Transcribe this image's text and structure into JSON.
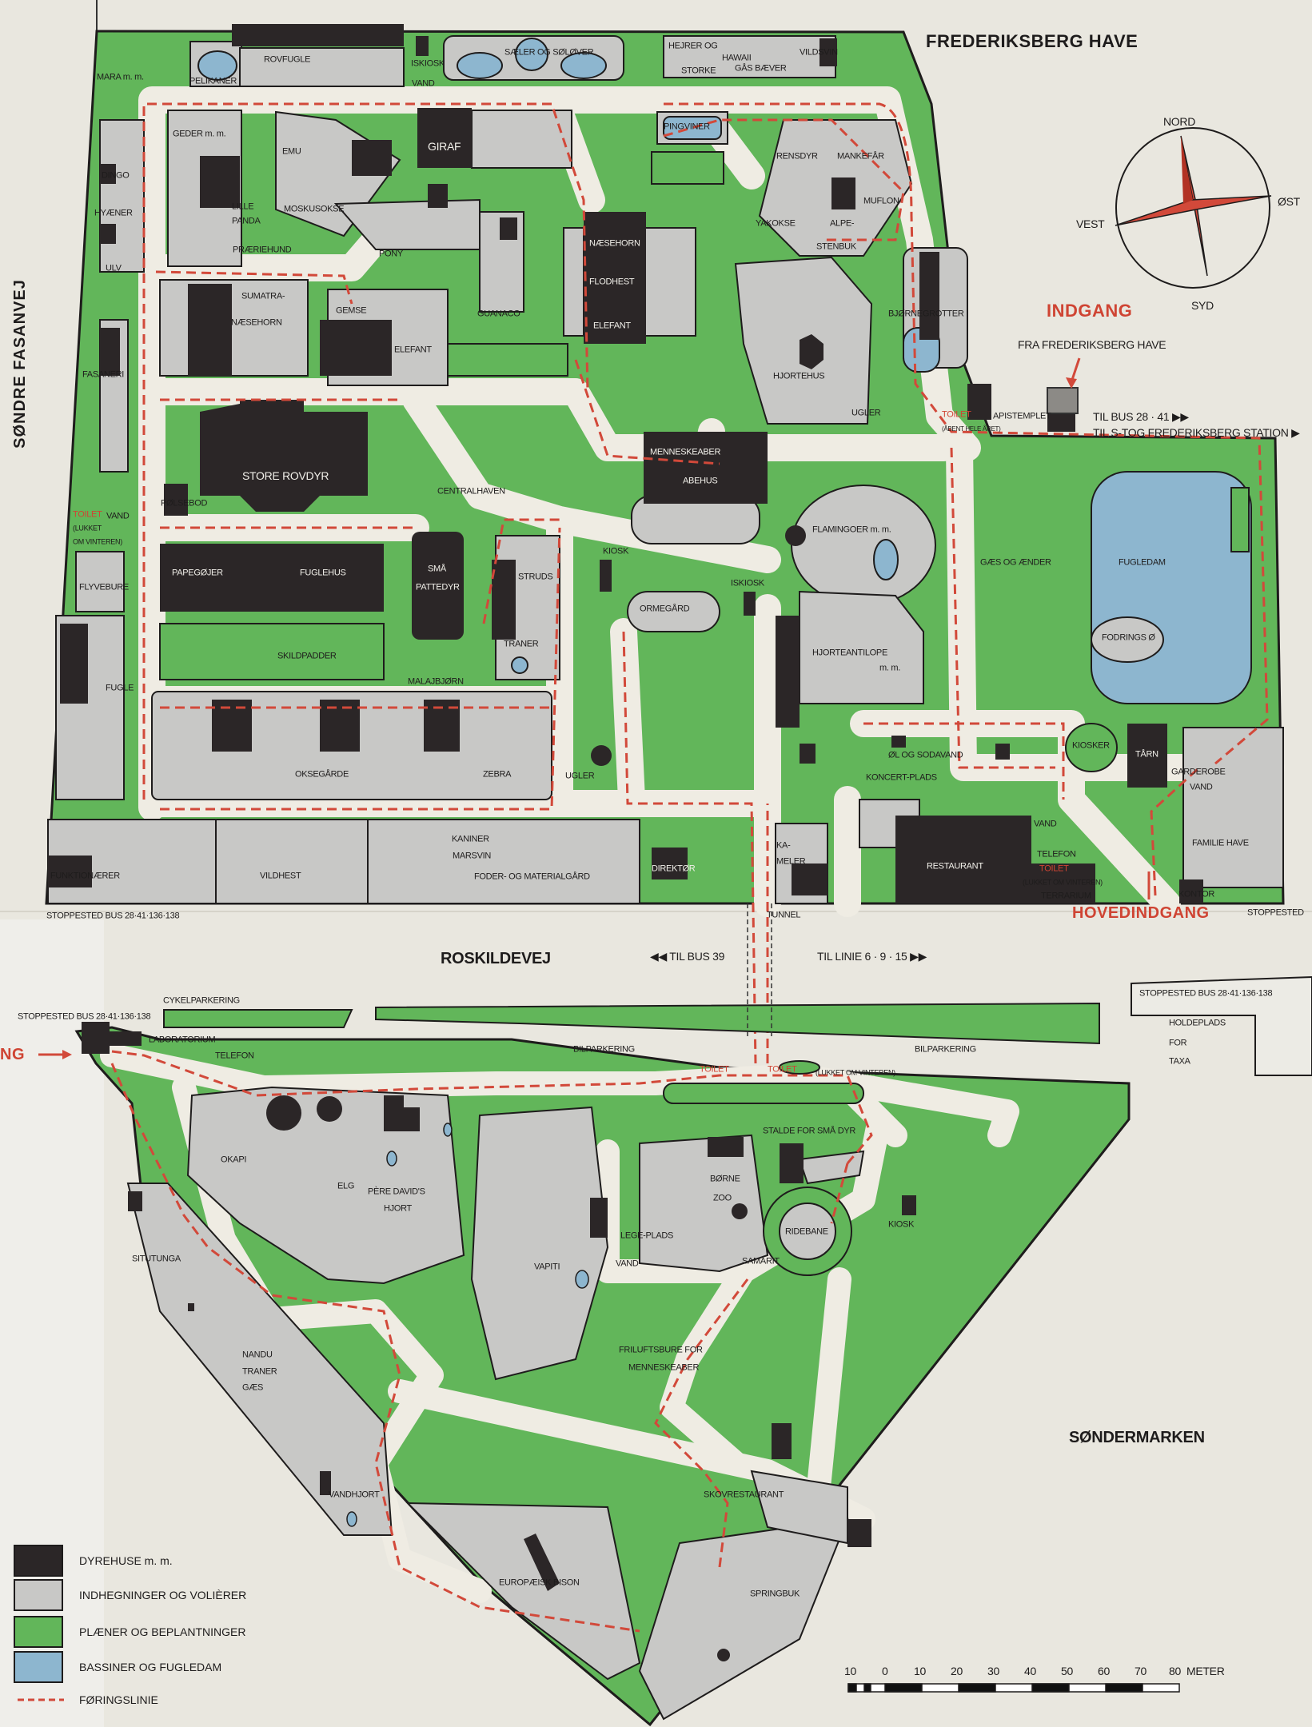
{
  "colors": {
    "paper": "#e9e7df",
    "lawn_green": "#62b65a",
    "enclosure_grey": "#c8c8c6",
    "animal_house_dark": "#2b2627",
    "pond_blue": "#8db6cf",
    "path_cream": "#efece3",
    "route_red": "#d2493a"
  },
  "streets": {
    "north": "FREDERIKSBERG HAVE",
    "west": "SØNDRE FASANVEJ",
    "middle": "ROSKILDEVEJ",
    "south_east": "SØNDERMARKEN"
  },
  "compass": {
    "north": "NORD",
    "west": "VEST",
    "east": "ØST",
    "south": "SYD"
  },
  "entrances": {
    "indgang": "INDGANG",
    "fra_frederiksberg_have": "FRA FREDERIKSBERG HAVE",
    "hovedindgang": "HOVEDINDGANG",
    "indgang_lower_partial": "NG"
  },
  "transit": {
    "til_bus_28_41": "TIL BUS 28 · 41 ▶▶",
    "til_s_tog": "TIL S-TOG FREDERIKSBERG STATION ▶",
    "stoppested_upper_left": "STOPPESTED BUS 28·41·136·138",
    "stoppested_upper_right": "STOPPESTED",
    "til_bus_39": "◀◀ TIL BUS 39",
    "til_linie": "TIL LINIE 6 · 9 · 15 ▶▶",
    "stoppested_lower_right": "STOPPESTED BUS 28·41·136·138",
    "stoppested_lower_left": "STOPPESTED BUS 28·41·136·138",
    "holdeplads": "HOLDEPLADS",
    "for": "FOR",
    "taxa": "TAXA",
    "cykelparkering": "CYKELPARKERING",
    "bilparkering_1": "BILPARKERING",
    "bilparkering_2": "BILPARKERING",
    "tunnel": "TUNNEL"
  },
  "labels": {
    "mara": "MARA m. m.",
    "pelikaner": "PELIKANER",
    "rovfugle": "ROVFUGLE",
    "iskiosk_top": "ISKIOSK",
    "vand_top": "VAND",
    "saeler": "SÆLER OG SØLØVER",
    "hejrer_og": "HEJRER OG",
    "hawaii": "HAWAII",
    "storke": "STORKE",
    "gas_baever": "GÅS BÆVER",
    "vildsvin": "VILDSVIN",
    "geder": "GEDER m. m.",
    "emu": "EMU",
    "giraf": "GIRAF",
    "pingviner": "PINGVINER",
    "rensdyr": "RENSDYR",
    "mankefar": "MANKEFÅR",
    "muflon": "MUFLON",
    "yakokse": "YAKOKSE",
    "alpe": "ALPE-",
    "stenbuk": "STENBUK",
    "dingo": "DINGO",
    "lille": "LILLE",
    "panda": "PANDA",
    "moskusokse": "MOSKUSOKSE",
    "hyaener": "HYÆNER",
    "praeriehund": "PRÆRIEHUND",
    "pony": "PONY",
    "ulv": "ULV",
    "naesehorn": "NÆSEHORN",
    "flodhest": "FLODHEST",
    "elefant_main": "ELEFANT",
    "guanaco": "GUANACO",
    "sumatra": "SUMATRA-",
    "sumatra_naesehorn": "NÆSEHORN",
    "gemse": "GEMSE",
    "elefant_small": "ELEFANT",
    "fasaneri": "FASANERI",
    "hjortehus": "HJORTEHUS",
    "bjornegrotter": "BJØRNEGROTTER",
    "ugler_top": "UGLER",
    "toilet_top": "TOILET",
    "abent_hele_aret": "(ÅBENT HELE ÅRET)",
    "apistemplet": "APISTEMPLET",
    "store_rovdyr": "STORE ROVDYR",
    "polsebod": "PØLSEBOD",
    "toilet_left": "TOILET",
    "vand_left": "VAND",
    "lukket_left": "(LUKKET",
    "om_vinteren_left": "OM VINTEREN)",
    "centralhaven": "CENTRALHAVEN",
    "menneskeaber": "MENNESKEABER",
    "abehus": "ABEHUS",
    "flamingoer": "FLAMINGOER m. m.",
    "gaes_og_aender": "GÆS OG ÆNDER",
    "fugledam": "FUGLEDAM",
    "fodrings_o": "FODRINGS Ø",
    "papegojer": "PAPEGØJER",
    "fuglehus": "FUGLEHUS",
    "flyvebure": "FLYVEBURE",
    "sma": "SMÅ",
    "pattedyr": "PATTEDYR",
    "struds": "STRUDS",
    "kiosk_mid": "KIOSK",
    "iskiosk_mid": "ISKIOSK",
    "ormegard": "ORMEGÅRD",
    "hjorteantilope": "HJORTEANTILOPE",
    "hjorteantilope_mm": "m. m.",
    "traner": "TRANER",
    "skildpadder": "SKILDPADDER",
    "malajbjorn": "MALAJBJØRN",
    "fugle": "FUGLE",
    "kiosker": "KIOSKER",
    "tarn": "TÅRN",
    "garderobe": "GARDEROBE",
    "vand_garderobe": "VAND",
    "ol_og_sodavand": "ØL OG SODAVAND",
    "koncert_plads": "KONCERT-PLADS",
    "oksegarde": "OKSEGÅRDE",
    "zebra": "ZEBRA",
    "ugler_mid": "UGLER",
    "kaniner": "KANINER",
    "marsvin": "MARSVIN",
    "foder": "FODER- OG MATERIALGÅRD",
    "vildhest": "VILDHEST",
    "funktionaerer": "FUNKTIONÆRER",
    "direktor": "DIREKTØR",
    "ka": "KA-",
    "meler": "MELER",
    "restaurant": "RESTAURANT",
    "vand_restaurant": "VAND",
    "telefon_upper": "TELEFON",
    "toilet_restaurant": "TOILET",
    "lukket_om_vinteren_restaurant": "(LUKKET OM VINTEREN)",
    "terrarium": "TERRARIUM",
    "familie_have": "FAMILIE HAVE",
    "kontor": "KONTOR",
    "laboratorium": "LABORATORIUM",
    "telefon_lower": "TELEFON",
    "toilet_lower_1": "TOILET",
    "toilet_lower_2": "TOILET",
    "lukket_om_vinteren_lower": "(LUKKET OM VINTEREN)",
    "stalde": "STALDE FOR SMÅ DYR",
    "okapi": "OKAPI",
    "elg": "ELG",
    "pere_davids": "PÈRE DAVID'S",
    "hjort": "HJORT",
    "borne": "BØRNE",
    "zoo": "ZOO",
    "ridebane": "RIDEBANE",
    "kiosk_lower": "KIOSK",
    "lege_plads": "LEGE-PLADS",
    "vand_lower": "VAND",
    "samarit": "SAMARIT",
    "situtunga": "SITUTUNGA",
    "vapiti": "VAPITI",
    "nandu": "NANDU",
    "traner_lower": "TRANER",
    "gaes_lower": "GÆS",
    "friluftsbure": "FRILUFTSBURE FOR",
    "friluft_menneskeaber": "MENNESKEABER",
    "vandhjort": "VANDHJORT",
    "skovrestaurant": "SKOVRESTAURANT",
    "europaeisk_bison": "EUROPÆISK BISON",
    "springbuk": "SPRINGBUK"
  },
  "legend": [
    {
      "label": "DYREHUSE m. m.",
      "color": "#2b2627"
    },
    {
      "label": "INDHEGNINGER OG VOLIÈRER",
      "color": "#c8c8c6"
    },
    {
      "label": "PLÆNER OG BEPLANTNINGER",
      "color": "#62b65a"
    },
    {
      "label": "BASSINER OG FUGLEDAM",
      "color": "#8db6cf"
    },
    {
      "label": "FØRINGSLINIE",
      "color": "#d2493a"
    }
  ],
  "scale": {
    "ticks": [
      "10",
      "0",
      "10",
      "20",
      "30",
      "40",
      "50",
      "60",
      "70",
      "80"
    ],
    "unit": "METER"
  }
}
